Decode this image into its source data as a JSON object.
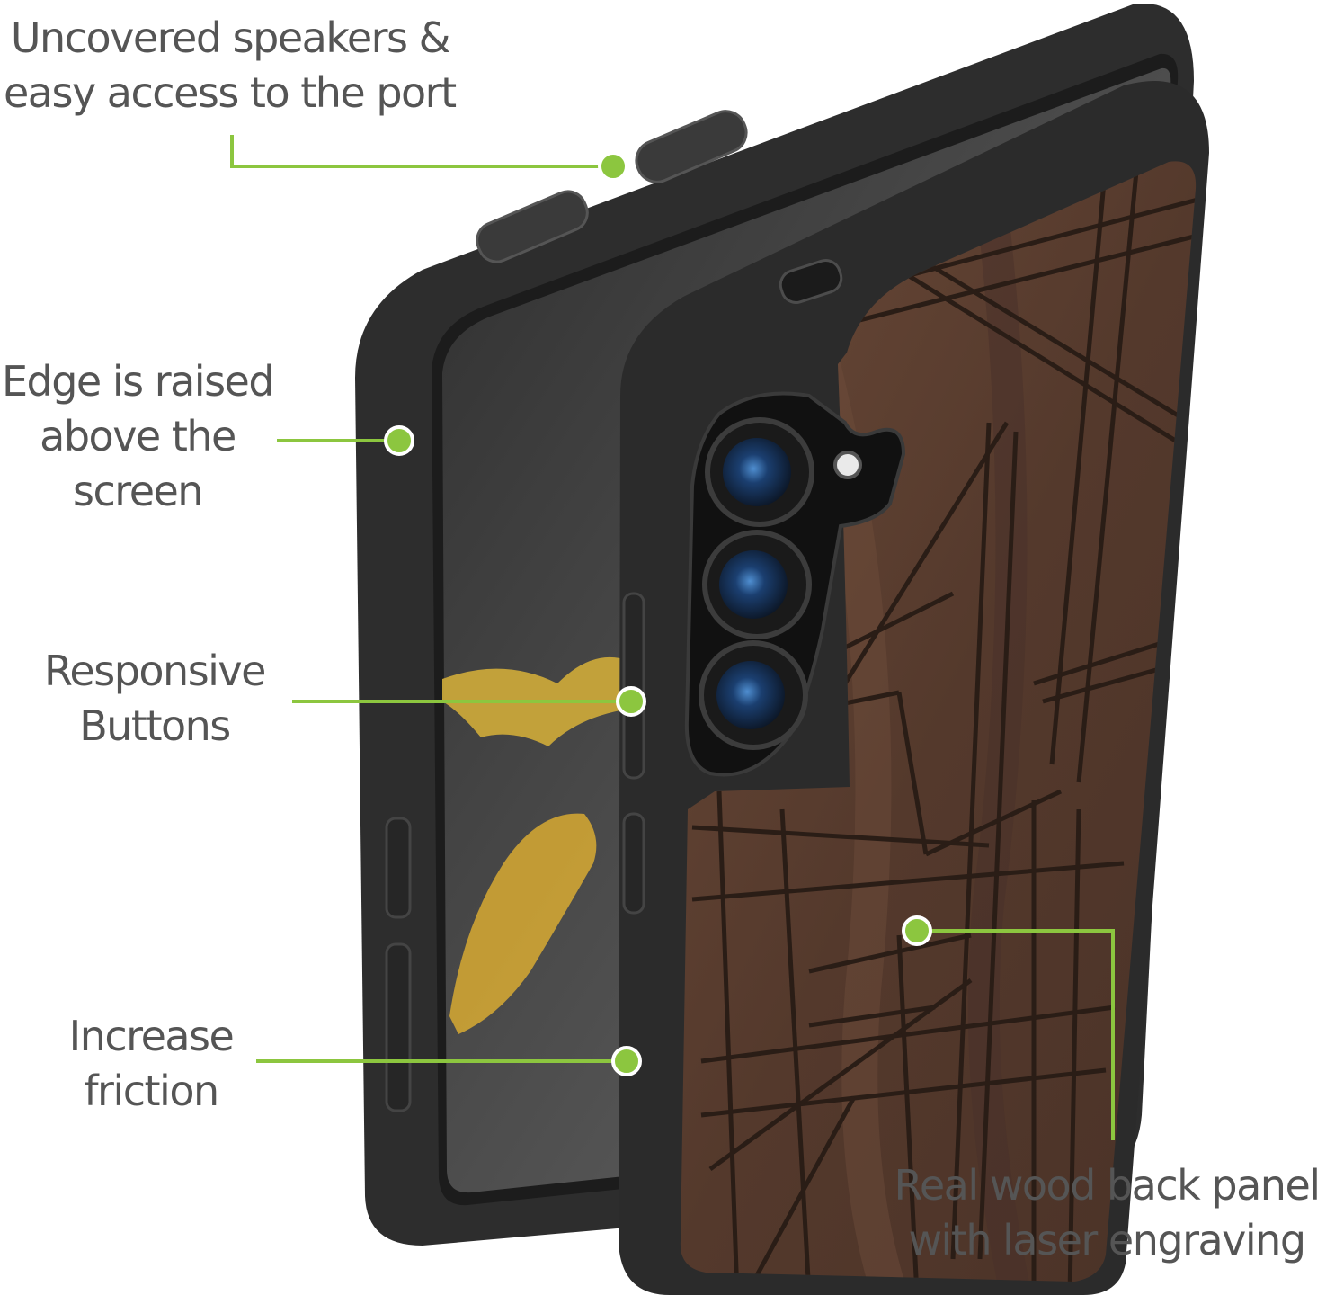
{
  "colors": {
    "accent": "#8cc63f",
    "text": "#555555",
    "case": "#2b2b2b",
    "wood": "#5e4234",
    "engraving": "#2a1d16"
  },
  "callouts": {
    "speakers": {
      "line1": "Uncovered speakers &",
      "line2": "easy access to the port"
    },
    "edge": {
      "line1": "Edge is raised",
      "line2": "above the",
      "line3": "screen"
    },
    "buttons": {
      "line1": "Responsive",
      "line2": "Buttons"
    },
    "friction": {
      "line1": "Increase",
      "line2": "friction"
    },
    "wood": {
      "line1": "Real wood back panel",
      "line2": "with laser engraving"
    }
  }
}
